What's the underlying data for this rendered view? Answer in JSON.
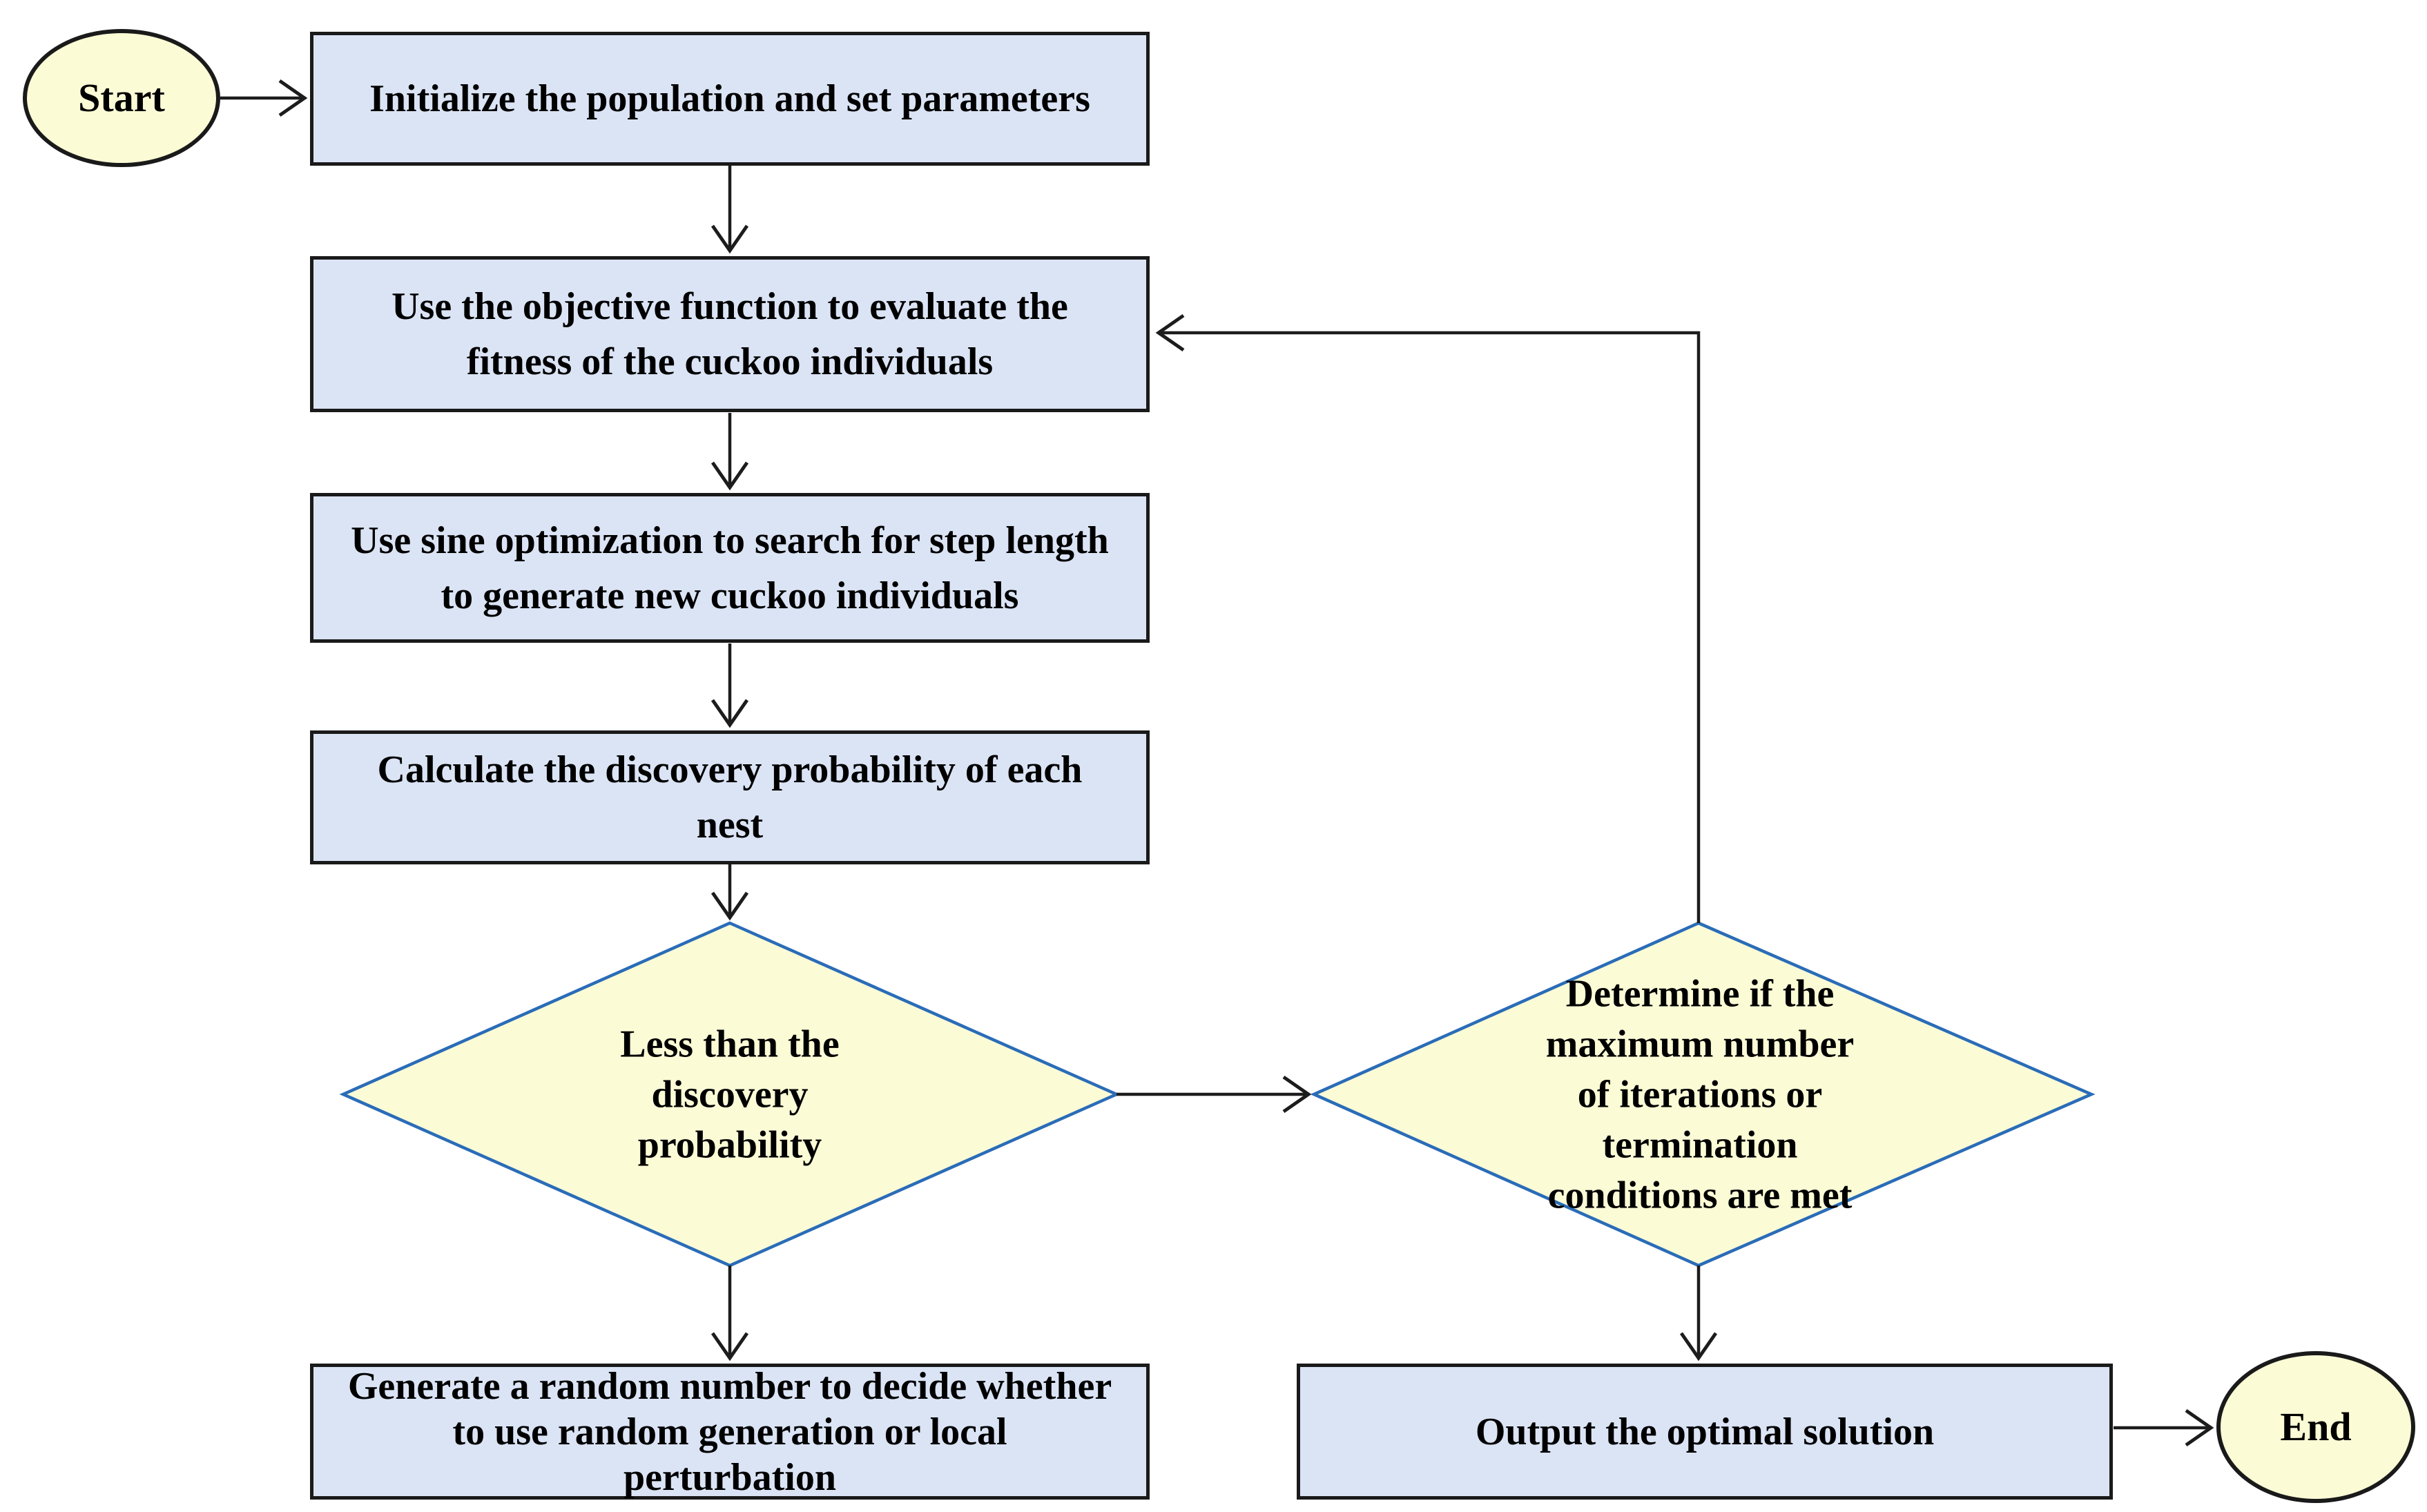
{
  "colors": {
    "process_fill": "#dbe4f5",
    "process_border": "#1a1a1a",
    "terminal_fill": "#fbfbd6",
    "terminal_border": "#1a1a1a",
    "decision_fill": "#fbfbd6",
    "decision_border": "#2a6cb8",
    "arrow_color": "#1c1c1c",
    "text_color": "#000000",
    "background": "#ffffff"
  },
  "nodes": {
    "start": {
      "type": "terminal",
      "label": "Start"
    },
    "initialize": {
      "type": "process",
      "label": "Initialize the population and set parameters"
    },
    "evaluate": {
      "type": "process",
      "label": "Use the objective function to evaluate the\nfitness of the cuckoo individuals"
    },
    "sine_search": {
      "type": "process",
      "label": "Use sine optimization to search for step length\nto generate new cuckoo individuals"
    },
    "discovery_probability": {
      "type": "process",
      "label": "Calculate the discovery probability of each\nnest"
    },
    "less_than_probability": {
      "type": "decision",
      "label": "Less than the\ndiscovery\nprobability"
    },
    "termination_check": {
      "type": "decision",
      "label": "Determine if the\nmaximum number\nof iterations or\ntermination\nconditions are met"
    },
    "random_number": {
      "type": "process",
      "label": "Generate a random number to decide whether\nto use random generation or local\nperturbation"
    },
    "output_solution": {
      "type": "process",
      "label": "Output the optimal solution"
    },
    "end": {
      "type": "terminal",
      "label": "End"
    }
  }
}
